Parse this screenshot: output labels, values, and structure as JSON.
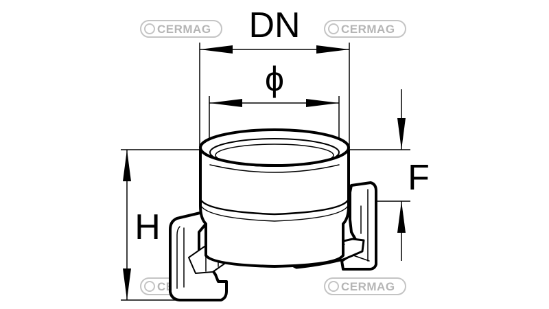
{
  "labels": {
    "dn": "DN",
    "diameter": "ϕ",
    "h": "H",
    "f": "F"
  },
  "watermark": {
    "text": "CERMAG",
    "color": "#b5b5b5"
  },
  "colors": {
    "stroke": "#000000",
    "background": "#ffffff"
  }
}
